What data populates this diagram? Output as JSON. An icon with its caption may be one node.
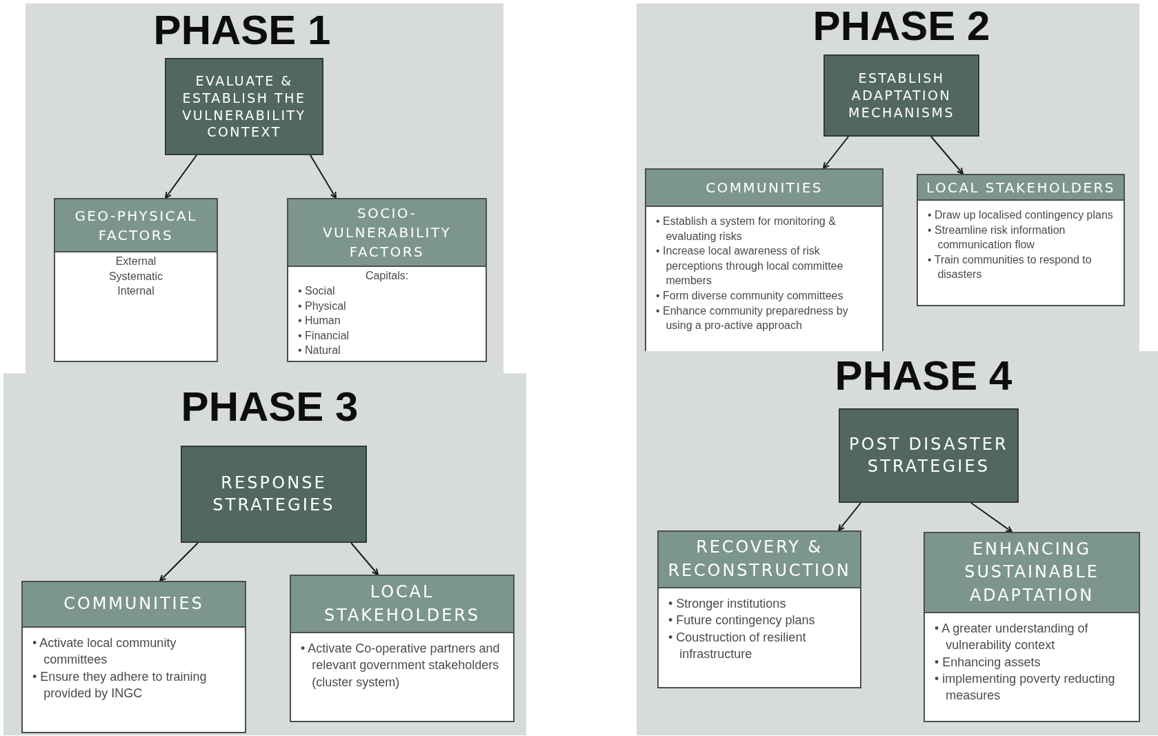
{
  "diagram": {
    "nodes": [
      {
        "text": [
          "PHASE 1"
        ]
      },
      {
        "text": [
          "EVALUATE & ESTABLISH THE VULNERABILITY CONTEXT"
        ],
        "in": 0
      },
      {
        "text": [
          "GEO-PHYSICAL FACTORS",
          "External",
          "Systematic",
          "Internal"
        ],
        "in": 0
      },
      {
        "text": [
          "SOCIO-VULNERABILITY FACTORS",
          "Capitals:",
          "• Social",
          "• Physical",
          "• Human",
          "• Financial",
          "• Natural"
        ],
        "in": 0
      },
      {
        "text": [
          "PHASE 2"
        ]
      },
      {
        "text": [
          "ESTABLISH ADAPTATION MECHANISMS"
        ],
        "in": 4
      },
      {
        "text": [
          "COMMUNITIES",
          "• Establish a system for monitoring & evaluating risks",
          "• Increase local awareness of risk perceptions through local committee members",
          "• Form diverse community committees",
          "• Enhance community preparedness by using a pro-active approach"
        ],
        "in": 4
      },
      {
        "text": [
          "LOCAL STAKEHOLDERS",
          "• Draw up localised contingency plans",
          "• Streamline risk information communication flow",
          "• Train communities to respond to disasters"
        ],
        "in": 4
      },
      {
        "text": [
          "PHASE 3"
        ]
      },
      {
        "text": [
          "RESPONSE STRATEGIES"
        ],
        "in": 8
      },
      {
        "text": [
          "COMMUNITIES",
          "• Activate local community committees",
          "• Ensure they adhere to training provided by INGC"
        ],
        "in": 8
      },
      {
        "text": [
          "LOCAL STAKEHOLDERS",
          "• Activate Co-operative partners and relevant government stakeholders (cluster system)"
        ],
        "in": 8
      },
      {
        "text": [
          "PHASE 4"
        ]
      },
      {
        "text": [
          "POST DISASTER STRATEGIES"
        ],
        "in": 12
      },
      {
        "text": [
          "RECOVERY & RECONSTRUCTION",
          "• Stronger institutions",
          "• Future contingency plans",
          "• Coustruction of resilient infrastructure"
        ],
        "in": 12
      },
      {
        "text": [
          "ENHANCING SUSTAINABLE ADAPTATION",
          "• A greater understanding of vulnerability context",
          "• Enhancing assets",
          "• implementing poverty reducting measures"
        ],
        "in": 12
      }
    ],
    "edges": [
      {
        "from": 1,
        "to": 2,
        "arrow": "to"
      },
      {
        "from": 1,
        "to": 3,
        "arrow": "to"
      },
      {
        "from": 5,
        "to": 6,
        "arrow": "to"
      },
      {
        "from": 5,
        "to": 7,
        "arrow": "to"
      },
      {
        "from": 9,
        "to": 10,
        "arrow": "to"
      },
      {
        "from": 9,
        "to": 11,
        "arrow": "to"
      },
      {
        "from": 13,
        "to": 14,
        "arrow": "to"
      },
      {
        "from": 13,
        "to": 15,
        "arrow": "to"
      }
    ]
  }
}
